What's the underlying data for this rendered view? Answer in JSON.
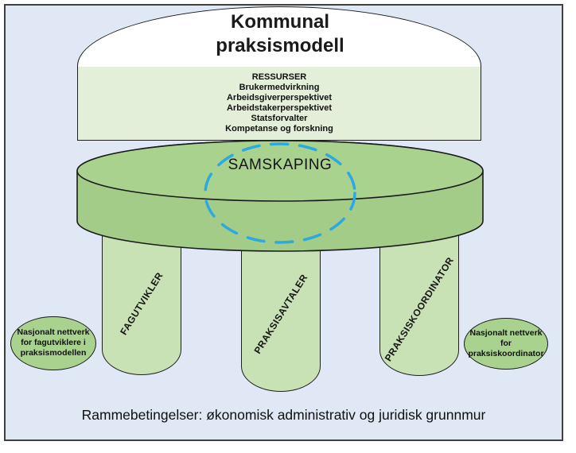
{
  "diagram": {
    "title": {
      "line1": "Kommunal",
      "line2": "praksismodell"
    },
    "resources": {
      "heading": "RESSURSER",
      "items": [
        "Brukermedvirkning",
        "Arbeidsgiverperspektivet",
        "Arbeidstakerperspektivet",
        "Statsforvalter",
        "Kompetanse og forskning"
      ]
    },
    "tabletop": {
      "label": "SAMSKAPING"
    },
    "pillars": [
      {
        "label": "FAGUTVIKLER"
      },
      {
        "label": "PRAKSISAVTALER"
      },
      {
        "label": "PRAKSISKOORDINATOR"
      }
    ],
    "networks": {
      "left": {
        "lines": [
          "Nasjonalt nettverk",
          "for fagutviklere i",
          "praksismodellen"
        ]
      },
      "right": {
        "lines": [
          "Nasjonalt nettverk",
          "for",
          "praksiskoordinator"
        ]
      }
    },
    "foundation": {
      "text": "Rammebetingelser: økonomisk administrativ og juridisk grunnmur"
    },
    "colors": {
      "panel_bg": "#DFE8F4",
      "panel_border": "#404040",
      "dome_fill": "#FFFFFF",
      "resources_fill": "#E3EFD9",
      "disk_fill": "#A9D28F",
      "disk_side_fill": "#A3CC88",
      "pillar_fill": "#C9E2B5",
      "network_fill": "#A9D28F",
      "outline": "#1A1A1A",
      "dashed_circle": "#2BA9E1"
    }
  }
}
